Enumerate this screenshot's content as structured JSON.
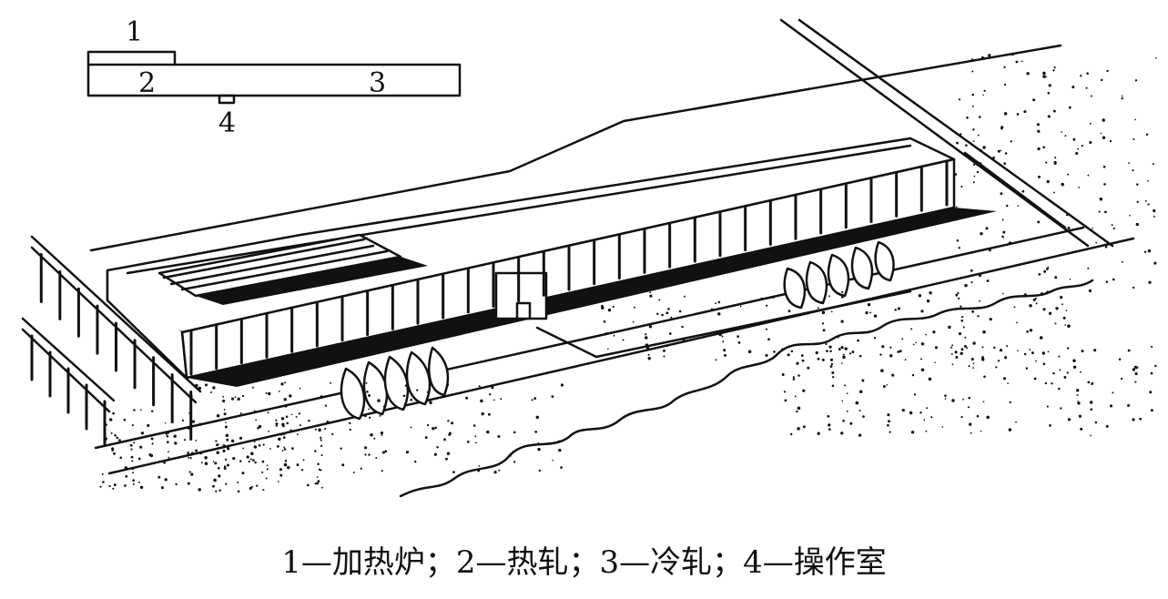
{
  "plan": {
    "labels": [
      "1",
      "2",
      "3",
      "4"
    ]
  },
  "caption": "1—加热炉；2—热轧；3—冷轧；4—操作室"
}
